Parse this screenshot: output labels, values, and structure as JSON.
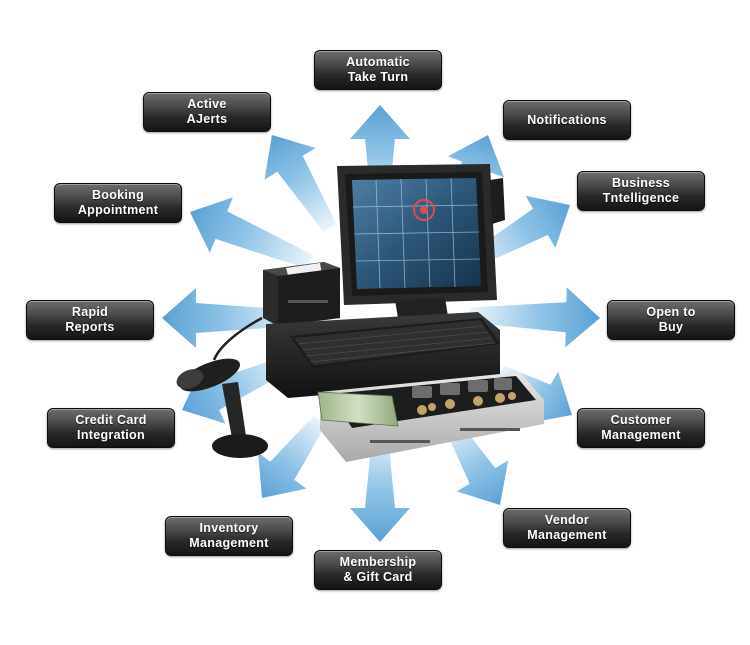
{
  "features": [
    {
      "id": "automatic-take-turn",
      "label": "Automatic\nTake Turn"
    },
    {
      "id": "active-alerts",
      "label": "Active\nAJerts"
    },
    {
      "id": "notifications",
      "label": "Notifications"
    },
    {
      "id": "booking-appointment",
      "label": "Booking\nAppointment"
    },
    {
      "id": "business-intelligence",
      "label": "Business\nTntelligence"
    },
    {
      "id": "rapid-reports",
      "label": "Rapid\nReports"
    },
    {
      "id": "open-to-buy",
      "label": "Open to\nBuy"
    },
    {
      "id": "credit-card-integration",
      "label": "Credit Card\nIntegration"
    },
    {
      "id": "customer-management",
      "label": "Customer\nManagement"
    },
    {
      "id": "inventory-management",
      "label": "Inventory\nManagement"
    },
    {
      "id": "vendor-management",
      "label": "Vendor\nManagement"
    },
    {
      "id": "membership-gift-card",
      "label": "Membership\n& Gift Card"
    }
  ],
  "colors": {
    "arrow": "#7ab8e2",
    "label_background": "#333333",
    "label_text": "#ffffff"
  },
  "central_image": "pos-terminal-icon"
}
